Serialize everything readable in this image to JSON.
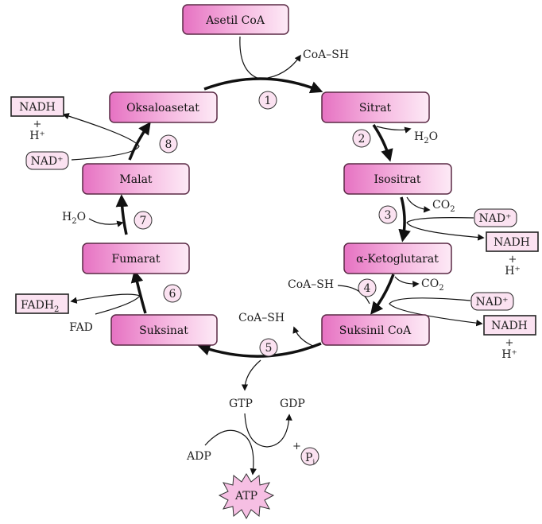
{
  "compounds": {
    "asetil_coa": "Asetil CoA",
    "sitrat": "Sitrat",
    "isositrat": "Isositrat",
    "ketoglutarat": "α-Ketoglutarat",
    "suksinil_coa": "Suksinil CoA",
    "suksinat": "Suksinat",
    "fumarat": "Fumarat",
    "malat": "Malat",
    "oksaloasetat": "Oksaloasetat"
  },
  "steps": [
    "1",
    "2",
    "3",
    "4",
    "5",
    "6",
    "7",
    "8"
  ],
  "side_labels": {
    "coa_sh_1": "CoA–SH",
    "h2o_2": "H",
    "h2o_2_sub": "2",
    "h2o_2_o": "O",
    "co2_3": "CO",
    "co2_3_sub": "2",
    "nad_3": "NAD⁺",
    "nadh_3": "NADH",
    "h_3": "H⁺",
    "plus_3": "+",
    "coa_sh_4": "CoA–SH",
    "co2_4": "CO",
    "co2_4_sub": "2",
    "nad_4": "NAD⁺",
    "nadh_4": "NADH",
    "h_4": "H⁺",
    "plus_4": "+",
    "coa_sh_5": "CoA–SH",
    "gtp": "GTP",
    "gdp": "GDP",
    "adp": "ADP",
    "atp": "ATP",
    "pi": "P",
    "pi_sub": "i",
    "pi_plus": "+",
    "fadh2": "FADH",
    "fadh2_sub": "2",
    "fad": "FAD",
    "h2o_7": "H",
    "h2o_7_sub": "2",
    "h2o_7_o": "O",
    "nadh_8": "NADH",
    "h_8": "H⁺",
    "plus_8": "+",
    "nad_8": "NAD⁺"
  },
  "colors": {
    "box_fill_start": "#e779c6",
    "box_fill_end": "#fde3f4",
    "box_stroke": "#5a2a45",
    "pill_fill": "#fbe2f1",
    "circle_fill": "#fbe2f1",
    "star_fill": "#f6bfe3"
  }
}
